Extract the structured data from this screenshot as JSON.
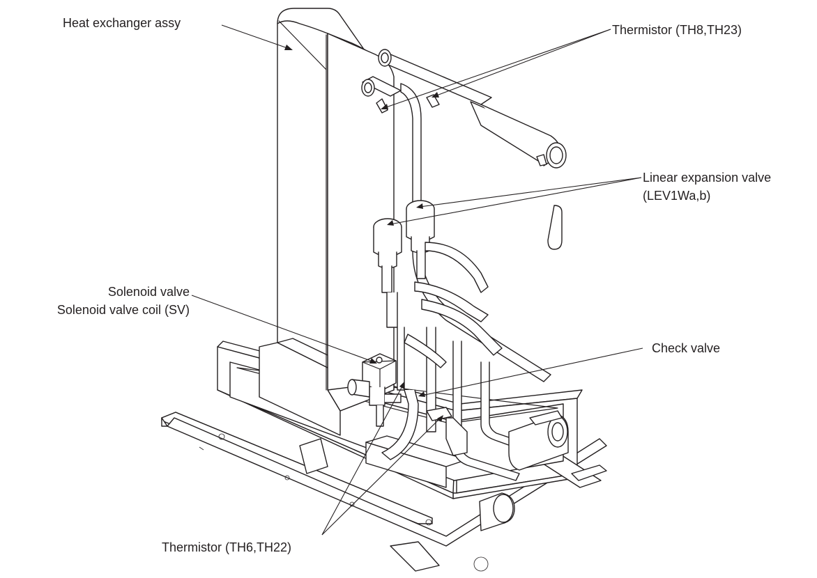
{
  "labels": {
    "heat_exchanger": "Heat exchanger assy",
    "thermistor_th8_th23": "Thermistor (TH8,TH23)",
    "lev_line1": "Linear expansion valve",
    "lev_line2": "(LEV1Wa,b)",
    "solenoid_line1": "Solenoid valve",
    "solenoid_line2": "Solenoid valve coil (SV)",
    "check_valve": "Check valve",
    "thermistor_th6_th22": "Thermistor (TH6,TH22)"
  }
}
